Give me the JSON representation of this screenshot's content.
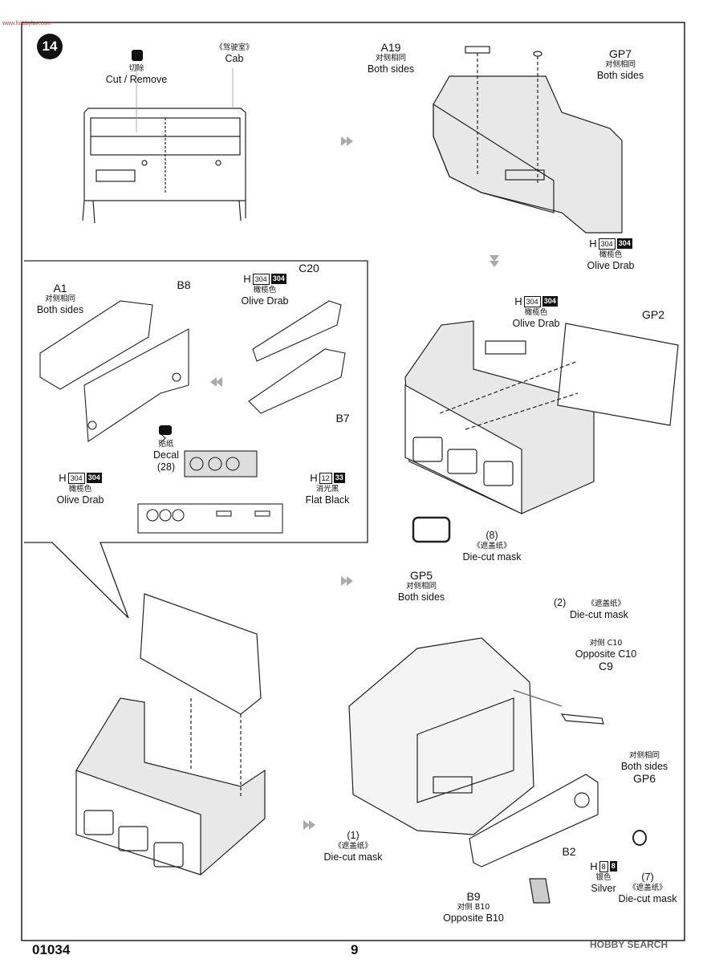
{
  "watermark_top": "www.hobbyfan.com",
  "step_number": "14",
  "cab": {
    "zh": "《驾驶室》",
    "en": "Cab"
  },
  "cut": {
    "zh": "切除",
    "en": "Cut / Remove"
  },
  "a19": {
    "part": "A19",
    "zh": "对侧相同",
    "en": "Both sides"
  },
  "gp7": {
    "part": "GP7",
    "zh": "对侧相同",
    "en": "Both sides"
  },
  "paint_main": {
    "prefix": "H",
    "code_w": "304",
    "code_b": "304",
    "zh": "橄榄色",
    "en": "Olive Drab"
  },
  "paint_c20": {
    "prefix": "H",
    "code_w": "304",
    "code_b": "304",
    "zh": "橄榄色",
    "en": "Olive Drab"
  },
  "paint_mid": {
    "prefix": "H",
    "code_w": "304",
    "code_b": "304",
    "zh": "橄榄色",
    "en": "Olive Drab"
  },
  "paint_b8": {
    "prefix": "H",
    "code_w": "304",
    "code_b": "304",
    "zh": "橄榄色",
    "en": "Olive Drab"
  },
  "paint_black": {
    "prefix": "H",
    "code_w": "12",
    "code_b": "33",
    "zh": "消光黑",
    "en": "Flat Black"
  },
  "paint_silver": {
    "prefix": "H",
    "code_w": "8",
    "code_b": "8",
    "zh": "银色",
    "en": "Silver"
  },
  "a1": {
    "part": "A1",
    "zh": "对侧相同",
    "en": "Both sides"
  },
  "b8": "B8",
  "c20": "C20",
  "b7": "B7",
  "gp2": "GP2",
  "decal": {
    "zh": "贴纸",
    "en": "Decal",
    "num": "(28)"
  },
  "mask8": {
    "num": "(8)",
    "zh": "《遮盖纸》",
    "en": "Die-cut mask"
  },
  "gp5": {
    "part": "GP5",
    "zh": "对侧相同",
    "en": "Both sides"
  },
  "mask2": {
    "num": "(2)",
    "zh": "《遮盖纸》",
    "en": "Die-cut mask"
  },
  "c10": {
    "zh": "对侧 C10",
    "en": "Opposite C10"
  },
  "c9": "C9",
  "gp6": {
    "part": "GP6",
    "zh": "对侧相同",
    "en": "Both sides"
  },
  "mask1": {
    "num": "(1)",
    "zh": "《遮盖纸》",
    "en": "Die-cut mask"
  },
  "b2": "B2",
  "mask7": {
    "num": "(7)",
    "zh": "《遮盖纸》",
    "en": "Die-cut mask"
  },
  "b9": {
    "part": "B9",
    "zh": "对侧 B10",
    "en": "Opposite B10"
  },
  "footer": {
    "code": "01034",
    "page": "9",
    "brand": "HOBBY SEARCH"
  }
}
